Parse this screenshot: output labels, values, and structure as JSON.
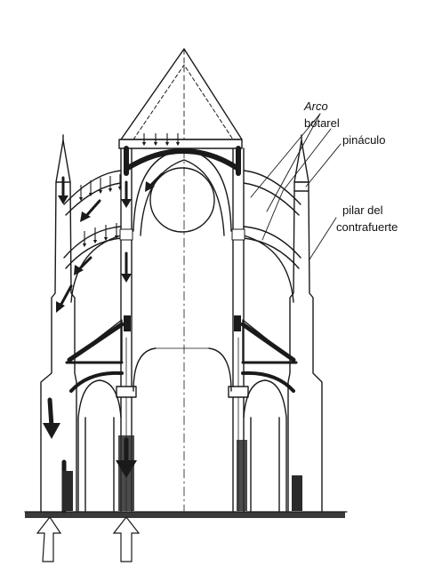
{
  "labels": {
    "arco": "Arco",
    "botarel": "botarel",
    "pinaculo": "pináculo",
    "pilar_line1": "pilar del",
    "pilar_line2": "contrafuerte"
  },
  "colors": {
    "ink": "#1a1a1a",
    "ground": "#3a3a3a",
    "background": "#ffffff"
  },
  "icons": {
    "load_arrow": "down-arrow-icon",
    "thrust_arrow": "diagonal-arrow-icon",
    "reaction_arrow": "up-arrow-icon"
  }
}
